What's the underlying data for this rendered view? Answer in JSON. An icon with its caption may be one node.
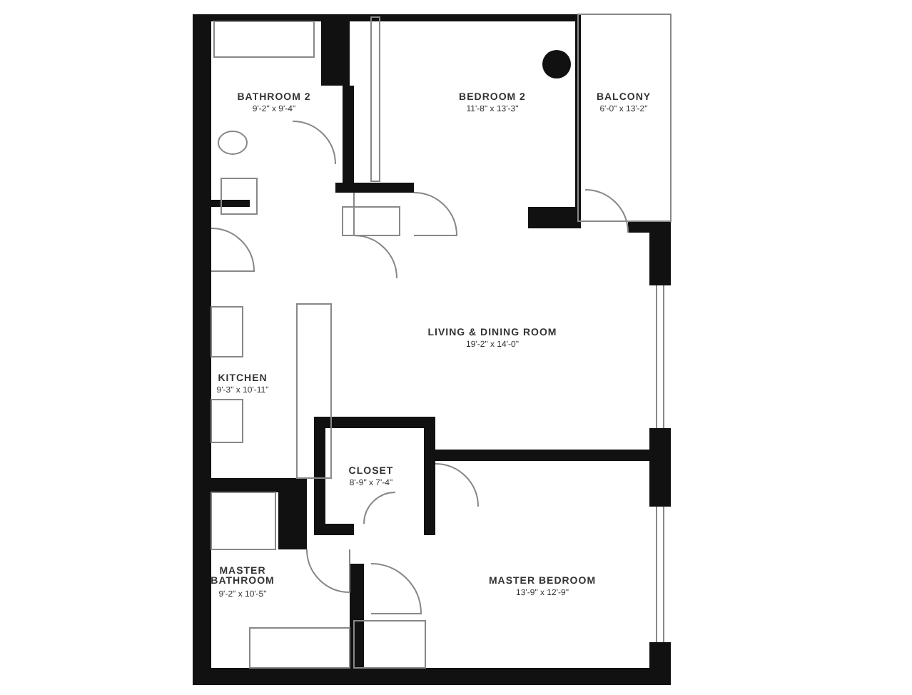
{
  "diagram": {
    "labels": [
      "BATHROOM 2",
      "9'-2\" x 9'-4\"",
      "BEDROOM 2",
      "11'-8\" x 13'-3\"",
      "BALCONY",
      "6'-0\" x 13'-2\"",
      "LIVING & DINING ROOM",
      "19'-2\" x 14'-0\"",
      "KITCHEN",
      "9'-3\" x 10'-11\"",
      "CLOSET",
      "8'-9\" x 7'-4\"",
      "MASTER BATHROOM",
      "9'-2\" x 10'-5\"",
      "MASTER BEDROOM",
      "13'-9\" x 12'-9\""
    ]
  }
}
